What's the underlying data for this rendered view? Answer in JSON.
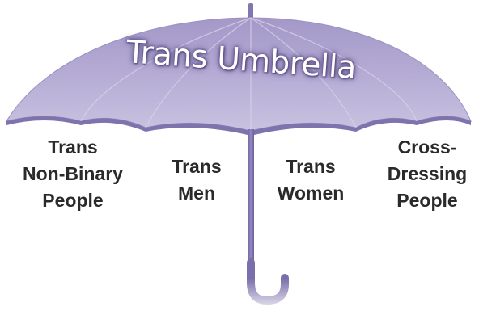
{
  "title": "Trans Umbrella",
  "categories": [
    {
      "id": "nonbinary",
      "lines": [
        "Trans",
        "Non-Binary",
        "People"
      ]
    },
    {
      "id": "men",
      "lines": [
        "Trans",
        "Men"
      ]
    },
    {
      "id": "women",
      "lines": [
        "Trans",
        "Women"
      ]
    },
    {
      "id": "crossdressing",
      "lines": [
        "Cross-",
        "Dressing",
        "People"
      ]
    }
  ],
  "colors": {
    "canopy_light": "#c4bcdc",
    "canopy_mid": "#a99fcb",
    "canopy_dark": "#8b7fb4",
    "shaft": "#7e72ad",
    "text": "#2a2a2a"
  },
  "icons": [
    "umbrella-icon"
  ]
}
